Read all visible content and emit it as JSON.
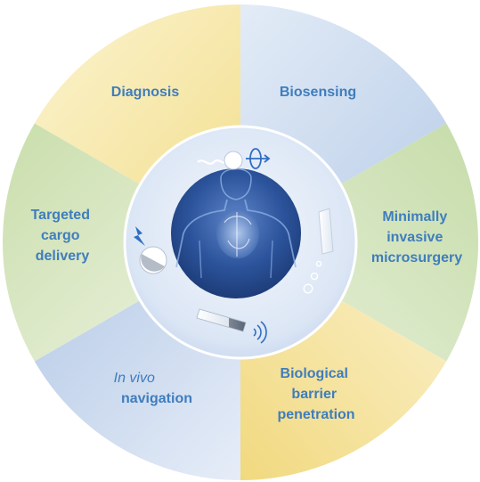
{
  "segments": [
    {
      "id": "diagnosis",
      "lines": [
        "Diagnosis"
      ],
      "italic_first": false,
      "color": "#f6e8a8"
    },
    {
      "id": "biosensing",
      "lines": [
        "Biosensing"
      ],
      "italic_first": false,
      "color": "#c6d6ec"
    },
    {
      "id": "microsurgery",
      "lines": [
        "Minimally",
        "invasive",
        "microsurgery"
      ],
      "italic_first": false,
      "color": "#d4e6bd"
    },
    {
      "id": "barrier",
      "lines": [
        "Biological",
        "barrier",
        "penetration"
      ],
      "italic_first": false,
      "color": "#f6e8a8"
    },
    {
      "id": "navigation",
      "lines": [
        "In vivo",
        "navigation"
      ],
      "italic_first": true,
      "color": "#c6d6ec"
    },
    {
      "id": "cargo",
      "lines": [
        "Targeted",
        "cargo",
        "delivery"
      ],
      "italic_first": false,
      "color": "#d4e6bd"
    }
  ],
  "colors": {
    "label": "#3f7dbd",
    "yellow": "#f6e8a8",
    "blue": "#c6d6ec",
    "green": "#d4e6bd",
    "inner_disc": "#e4ecf8",
    "body_disc": "#2b4f93",
    "outline": "#c9d8ee"
  },
  "icons": [
    "microswimmer-icon",
    "rotation-arrow-icon",
    "microtube-icon",
    "bubbles-icon",
    "lightning-icon",
    "janus-sphere-icon",
    "micro-rod-icon",
    "acoustic-wave-icon",
    "human-body-heart-icon"
  ]
}
